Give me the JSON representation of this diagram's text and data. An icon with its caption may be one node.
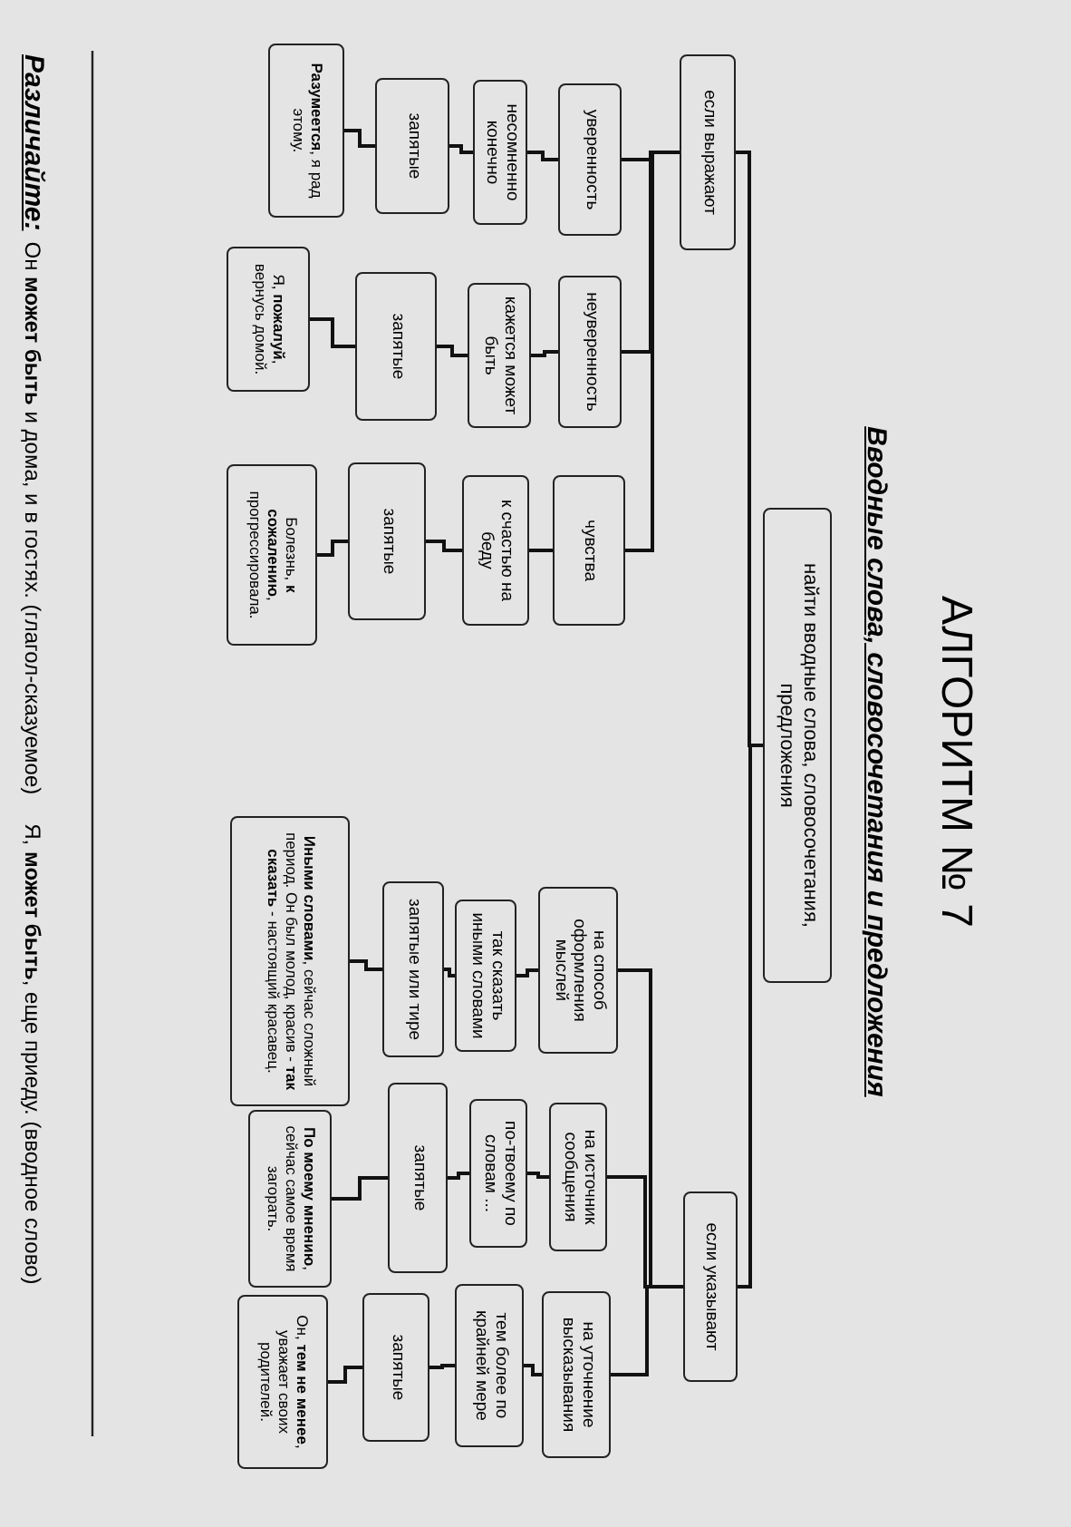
{
  "diagram": {
    "title": "АЛГОРИТМ № 7",
    "nodes": [
      {
        "text": [
          "найти вводные слова, словосочетания, предложения"
        ]
      },
      {
        "text": [
          "если выражают"
        ]
      },
      {
        "text": [
          "уверенность"
        ]
      },
      {
        "text": [
          "несомненно конечно"
        ]
      },
      {
        "text": [
          "запятые"
        ]
      },
      {
        "text": [
          "**Разумеется**, я рад этому."
        ]
      },
      {
        "text": [
          "неуверенность"
        ]
      },
      {
        "text": [
          "кажется может быть"
        ]
      },
      {
        "text": [
          "запятые"
        ]
      },
      {
        "text": [
          "Я, **пожалуй**, вернусь домой."
        ]
      },
      {
        "text": [
          "чувства"
        ]
      },
      {
        "text": [
          "к счастью на беду"
        ]
      },
      {
        "text": [
          "запятые"
        ]
      },
      {
        "text": [
          "Болезнь, **к сожалению**, прогрессировала."
        ]
      },
      {
        "text": [
          "если указывают"
        ]
      },
      {
        "text": [
          "на способ оформления мыслей"
        ]
      },
      {
        "text": [
          "так сказать иными словами"
        ]
      },
      {
        "text": [
          "запятые или тире"
        ]
      },
      {
        "text": [
          "**Иными словами**, сейчас сложный период. Он был молод, красив - **так сказать** - настоящий красавец."
        ]
      },
      {
        "text": [
          "на источник сообщения"
        ]
      },
      {
        "text": [
          "по-твоему по словам ..."
        ]
      },
      {
        "text": [
          "запятые"
        ]
      },
      {
        "text": [
          "**По моему мнению**, сейчас самое время загорать."
        ]
      },
      {
        "text": [
          "на уточнение высказывания"
        ]
      },
      {
        "text": [
          "тем более по крайней мере"
        ]
      },
      {
        "text": [
          "запятые"
        ]
      },
      {
        "text": [
          "Он, **тем не менее**, уважает своих родителей."
        ]
      }
    ],
    "edges": [
      {
        "from": 0,
        "to": 1,
        "arrow": "none"
      },
      {
        "from": 0,
        "to": 14,
        "arrow": "none"
      },
      {
        "from": 1,
        "to": 2,
        "arrow": "none"
      },
      {
        "from": 1,
        "to": 6,
        "arrow": "none"
      },
      {
        "from": 1,
        "to": 10,
        "arrow": "none"
      },
      {
        "from": 2,
        "to": 3,
        "arrow": "none"
      },
      {
        "from": 3,
        "to": 4,
        "arrow": "none"
      },
      {
        "from": 4,
        "to": 5,
        "arrow": "none"
      },
      {
        "from": 6,
        "to": 7,
        "arrow": "none"
      },
      {
        "from": 7,
        "to": 8,
        "arrow": "none"
      },
      {
        "from": 8,
        "to": 9,
        "arrow": "none"
      },
      {
        "from": 10,
        "to": 11,
        "arrow": "none"
      },
      {
        "from": 11,
        "to": 12,
        "arrow": "none"
      },
      {
        "from": 12,
        "to": 13,
        "arrow": "none"
      },
      {
        "from": 14,
        "to": 15,
        "arrow": "none"
      },
      {
        "from": 14,
        "to": 19,
        "arrow": "none"
      },
      {
        "from": 14,
        "to": 23,
        "arrow": "none"
      },
      {
        "from": 15,
        "to": 16,
        "arrow": "none"
      },
      {
        "from": 16,
        "to": 17,
        "arrow": "none"
      },
      {
        "from": 17,
        "to": 18,
        "arrow": "none"
      },
      {
        "from": 19,
        "to": 20,
        "arrow": "none"
      },
      {
        "from": 20,
        "to": 21,
        "arrow": "none"
      },
      {
        "from": 21,
        "to": 22,
        "arrow": "none"
      },
      {
        "from": 23,
        "to": 24,
        "arrow": "none"
      },
      {
        "from": 24,
        "to": 25,
        "arrow": "none"
      },
      {
        "from": 25,
        "to": 26,
        "arrow": "none"
      }
    ],
    "labels": [
      "Вводные слова, словосочетания и предложения",
      "Различайте:",
      "Он **может быть** и дома, и в гостях. (глагол-сказуемое)",
      "Я, **может быть**, еще приеду. (вводное слово)"
    ]
  }
}
